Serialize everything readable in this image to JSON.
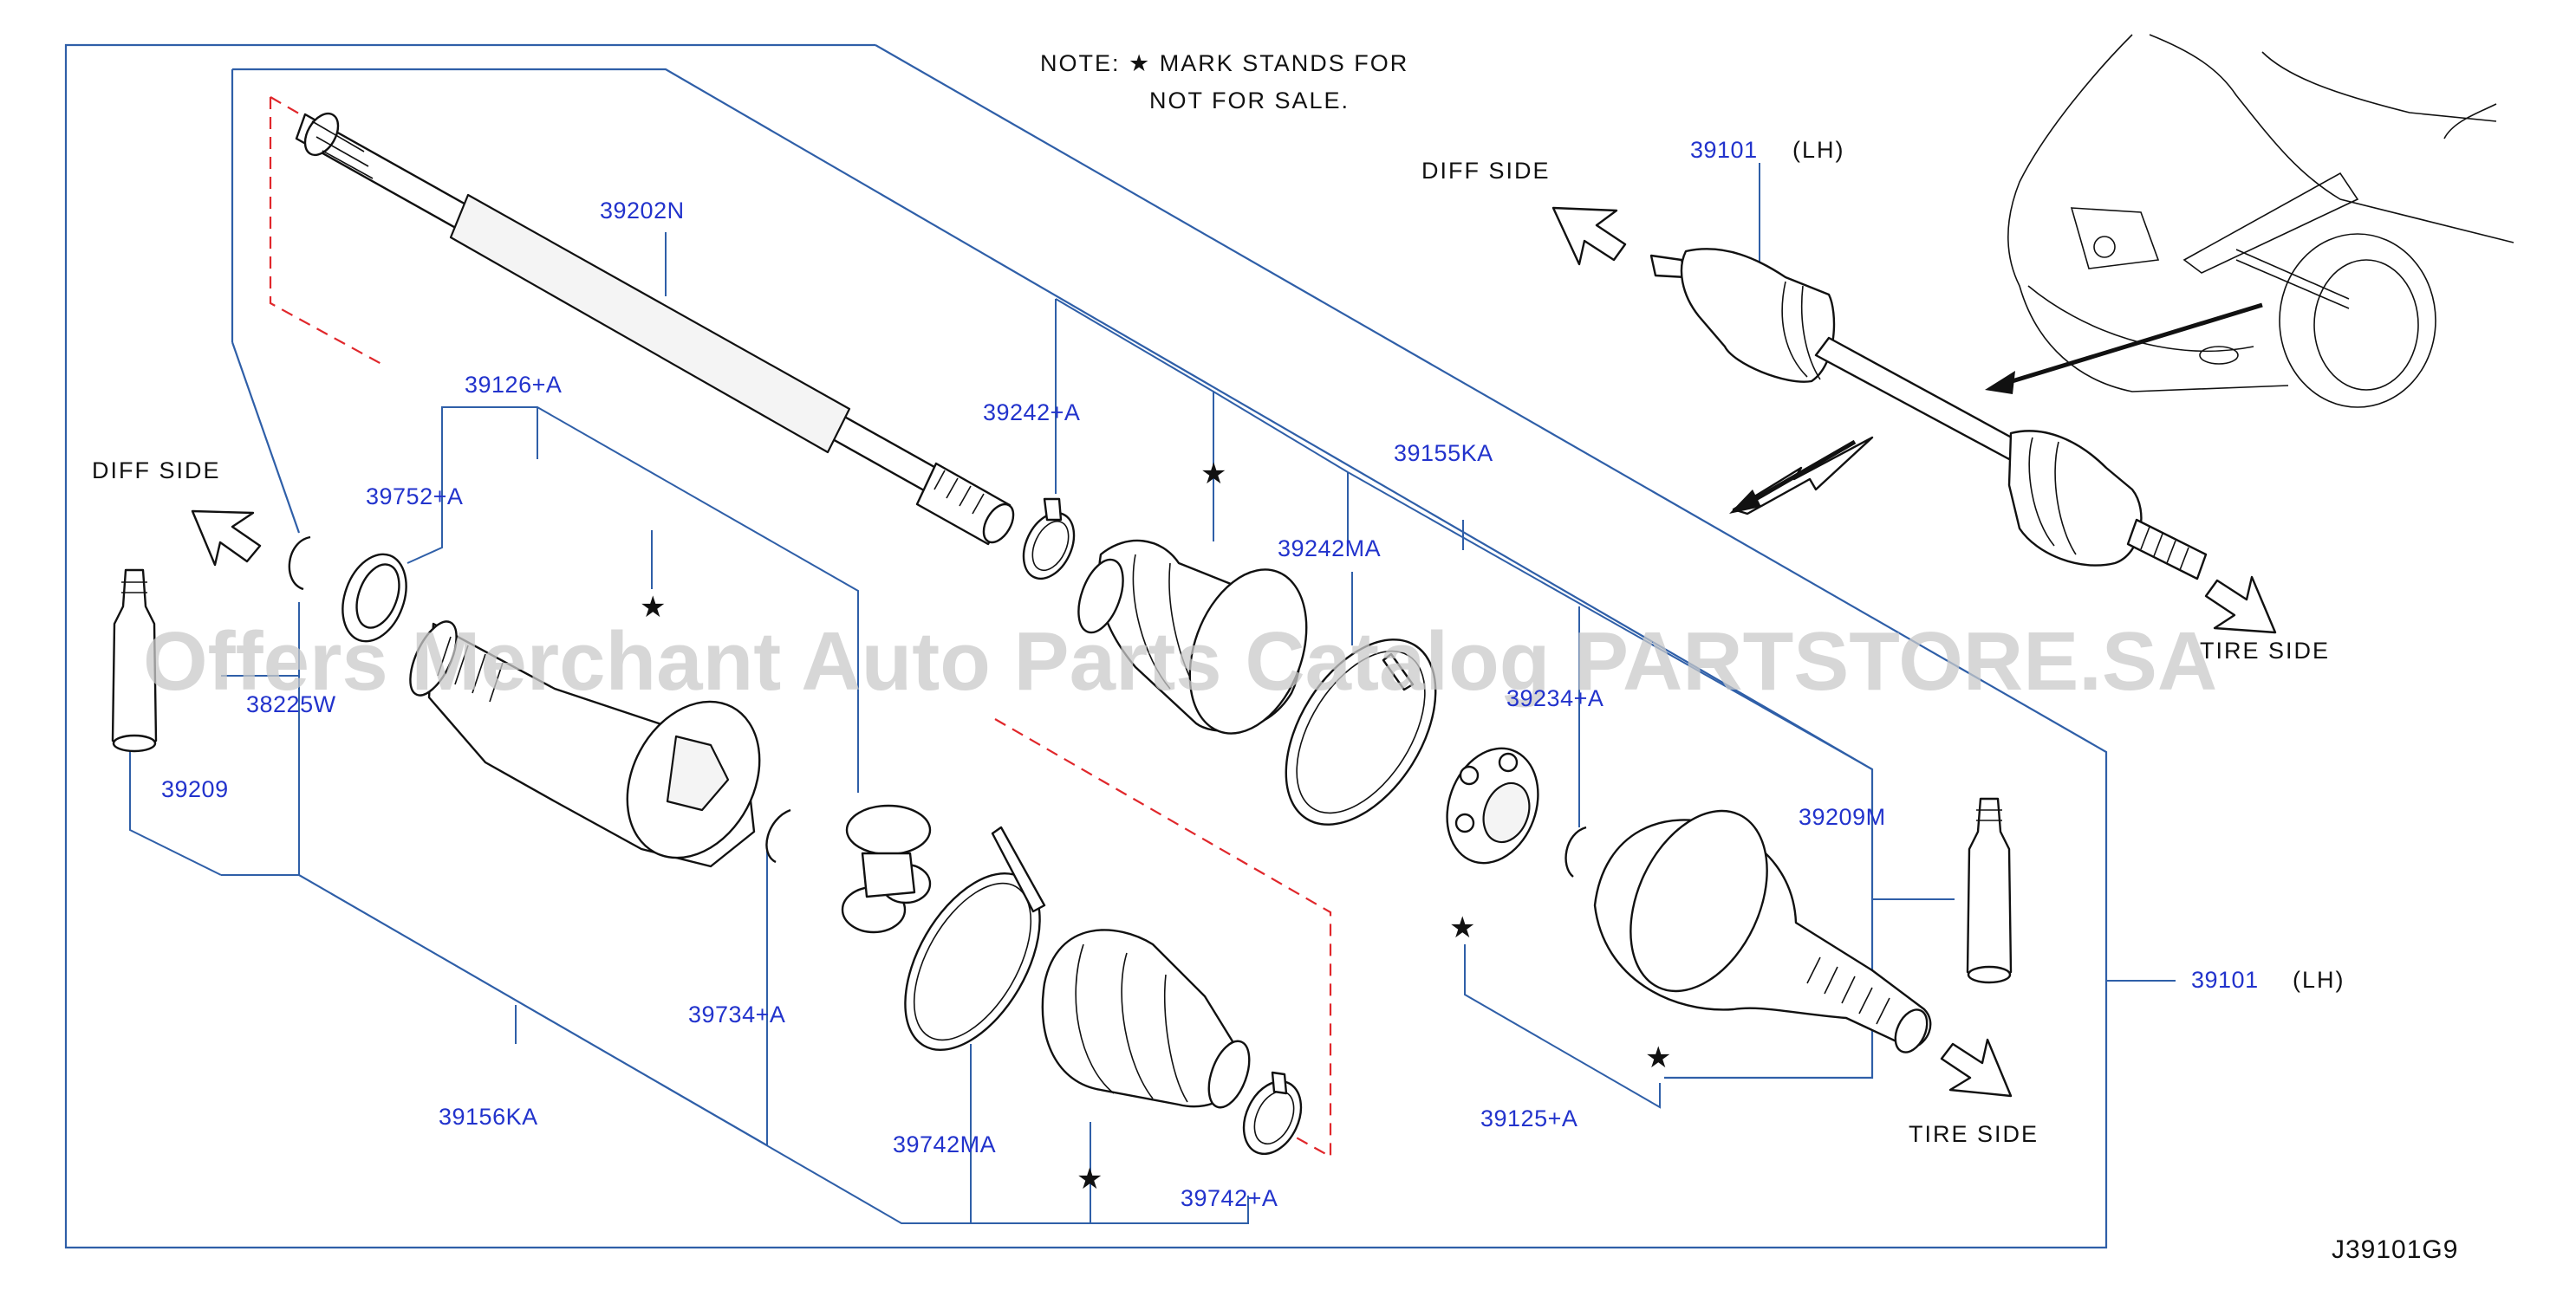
{
  "diagram_id": "J39101G9",
  "note": {
    "line1": "NOTE:  ★ MARK  STANDS  FOR",
    "line2": "NOT  FOR  SALE."
  },
  "watermark": "Offers Merchant Auto Parts Catalog PARTSTORE.SA",
  "direction_labels": {
    "diff_side_left": "DIFF  SIDE",
    "diff_side_right": "DIFF  SIDE",
    "tire_side_top": "TIRE  SIDE",
    "tire_side_bottom": "TIRE  SIDE"
  },
  "star_mark": "★",
  "part_numbers": {
    "p39202N": "39202N",
    "p39126A": "39126+A",
    "p39752A": "39752+A",
    "p38225W": "38225W",
    "p39209": "39209",
    "p39156KA": "39156KA",
    "p39734A": "39734+A",
    "p39742MA": "39742MA",
    "p39742A": "39742+A",
    "p39242A": "39242+A",
    "p39242MA": "39242MA",
    "p39155KA": "39155KA",
    "p39234A": "39234+A",
    "p39209M": "39209M",
    "p39125A": "39125+A",
    "p39101_right": "39101",
    "lh_right": "(LH)",
    "p39101_top": "39101",
    "lh_top": "(LH)"
  }
}
